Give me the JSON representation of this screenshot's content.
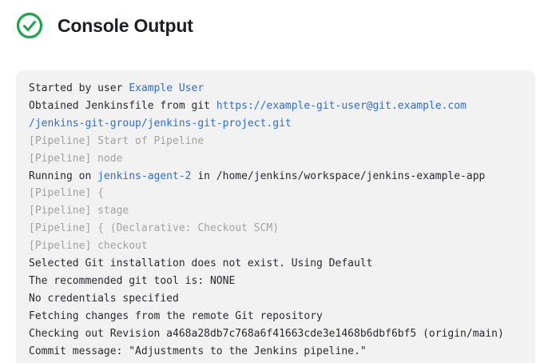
{
  "colors": {
    "success_green": "#1ea64b",
    "link_blue": "#2b6fd4",
    "muted_gray": "#a2a2a2",
    "console_text": "#262a30",
    "console_bg": "#f2f2f3",
    "title_color": "#1c1f26"
  },
  "header": {
    "title": "Console Output",
    "status_icon": "success-check-icon"
  },
  "console": {
    "lines": [
      {
        "segments": [
          {
            "text": "Started by user ",
            "style": "plain"
          },
          {
            "text": "Example User",
            "style": "link"
          }
        ]
      },
      {
        "segments": [
          {
            "text": "Obtained Jenkinsfile from git ",
            "style": "plain"
          },
          {
            "text": "https://example-git-user@git.example.com",
            "style": "link"
          }
        ]
      },
      {
        "segments": [
          {
            "text": "/jenkins-git-group/jenkins-git-project.git",
            "style": "link"
          }
        ]
      },
      {
        "segments": [
          {
            "text": "[Pipeline] Start of Pipeline",
            "style": "muted"
          }
        ]
      },
      {
        "segments": [
          {
            "text": "[Pipeline] node",
            "style": "muted"
          }
        ]
      },
      {
        "segments": [
          {
            "text": "Running on ",
            "style": "plain"
          },
          {
            "text": "jenkins-agent-2",
            "style": "link"
          },
          {
            "text": " in /home/jenkins/workspace/jenkins-example-app",
            "style": "plain"
          }
        ]
      },
      {
        "segments": [
          {
            "text": "[Pipeline] {",
            "style": "muted"
          }
        ]
      },
      {
        "segments": [
          {
            "text": "[Pipeline] stage",
            "style": "muted"
          }
        ]
      },
      {
        "segments": [
          {
            "text": "[Pipeline] { (Declarative: Checkout SCM)",
            "style": "muted"
          }
        ]
      },
      {
        "segments": [
          {
            "text": "[Pipeline] checkout",
            "style": "muted"
          }
        ]
      },
      {
        "segments": [
          {
            "text": "Selected Git installation does not exist. Using Default",
            "style": "plain"
          }
        ]
      },
      {
        "segments": [
          {
            "text": "The recommended git tool is: NONE",
            "style": "plain"
          }
        ]
      },
      {
        "segments": [
          {
            "text": "No credentials specified",
            "style": "plain"
          }
        ]
      },
      {
        "segments": [
          {
            "text": "Fetching changes from the remote Git repository",
            "style": "plain"
          }
        ]
      },
      {
        "segments": [
          {
            "text": "Checking out Revision a468a28db7c768a6f41663cde3e1468b6dbf6bf5 (origin/main)",
            "style": "plain"
          }
        ]
      },
      {
        "segments": [
          {
            "text": "Commit message: \"Adjustments to the Jenkins pipeline.\"",
            "style": "plain"
          }
        ]
      }
    ]
  }
}
